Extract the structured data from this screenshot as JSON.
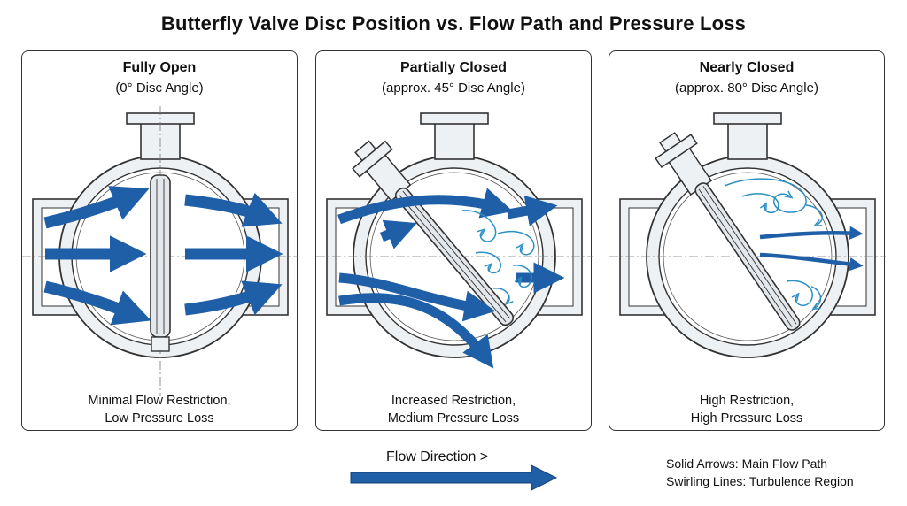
{
  "title": "Butterfly Valve Disc Position vs. Flow Path and Pressure Loss",
  "panels": [
    {
      "title": "Fully Open",
      "subtitle": "(0° Disc Angle)",
      "caption": [
        "Minimal Flow Restriction,",
        "Low Pressure Loss"
      ],
      "disc_angle_deg": 0
    },
    {
      "title": "Partially Closed",
      "subtitle": "(approx. 45° Disc Angle)",
      "caption": [
        "Increased Restriction,",
        "Medium Pressure Loss"
      ],
      "disc_angle_deg": 45
    },
    {
      "title": "Nearly Closed",
      "subtitle": "(approx. 80° Disc Angle)",
      "caption": [
        "High Restriction,",
        "High Pressure Loss"
      ],
      "disc_angle_deg": 80
    }
  ],
  "flow_direction": "Flow Direction >",
  "legend": {
    "solid": "Solid Arrows: Main Flow Path",
    "swirl": "Swirling Lines: Turbulence Region"
  },
  "colors": {
    "flow_arrow": "#1f5fa8",
    "turbulence": "#2a8fc4",
    "line": "#333333",
    "body_fill": "#eef1f4"
  }
}
